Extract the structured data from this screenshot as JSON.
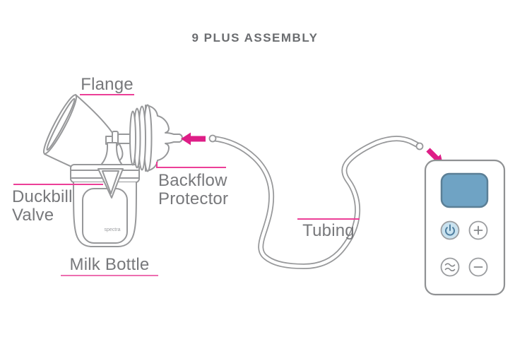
{
  "title": "9 PLUS ASSEMBLY",
  "diagram": {
    "labels": {
      "flange": "Flange",
      "backflow_protector": {
        "line1": "Backflow",
        "line2": "Protector"
      },
      "duckbill_valve": {
        "line1": "Duckbill",
        "line2": "Valve"
      },
      "milk_bottle": "Milk Bottle",
      "tubing": "Tubing"
    },
    "bottle_brand": "spectra",
    "parts": [
      "flange",
      "backflow-protector",
      "duckbill-valve",
      "milk-bottle",
      "tubing",
      "pump-unit"
    ],
    "icons": [
      "arrow-left-icon",
      "arrow-connect-icon",
      "power-icon",
      "plus-icon",
      "wave-icon",
      "minus-icon"
    ],
    "pump": {
      "screen": "display-screen",
      "buttons": [
        {
          "name": "power-button",
          "icon": "power-icon"
        },
        {
          "name": "increase-button",
          "icon": "plus-icon"
        },
        {
          "name": "massage-mode-button",
          "icon": "wave-icon"
        },
        {
          "name": "decrease-button",
          "icon": "minus-icon"
        }
      ]
    },
    "colors": {
      "accent_pink": "#DE1E87",
      "leader_pink": "#EC3F97",
      "line_gray": "#97989A",
      "label_gray": "#77787B",
      "screen_blue": "#6FA3C4",
      "power_button_blue": "#C9E2EF"
    }
  }
}
